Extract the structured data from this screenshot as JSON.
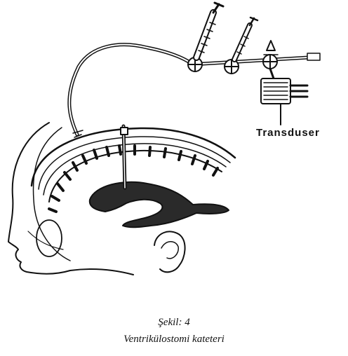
{
  "labels": {
    "transducer": "Transduser"
  },
  "caption": {
    "figure_number": "Şekil: 4",
    "title": "Ventrikülostomi kateteri"
  }
}
